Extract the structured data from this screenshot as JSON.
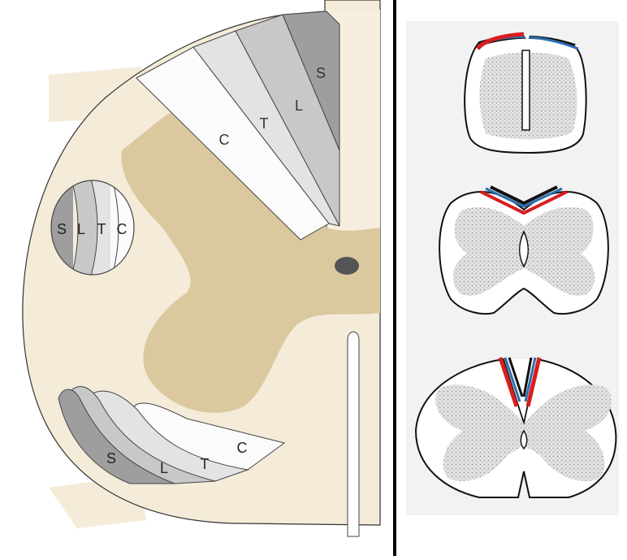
{
  "left_panel": {
    "posterior_column_labels": [
      "C",
      "T",
      "L",
      "S"
    ],
    "lateral_tract_labels": [
      "S",
      "L",
      "T",
      "C"
    ],
    "anterior_tract_labels": [
      "S",
      "L",
      "T",
      "C"
    ]
  },
  "right_panel": {
    "sections": [
      {
        "level": "upper"
      },
      {
        "level": "middle"
      },
      {
        "level": "lower"
      }
    ]
  },
  "colors": {
    "white_matter": "#f4ebd9",
    "grey_matter": "#dcc89e",
    "stipple": "#c9c9c9",
    "tract_red": "#d81e1e",
    "tract_blue": "#2a6fb0",
    "tract_black": "#111111",
    "divider": "#000000"
  }
}
